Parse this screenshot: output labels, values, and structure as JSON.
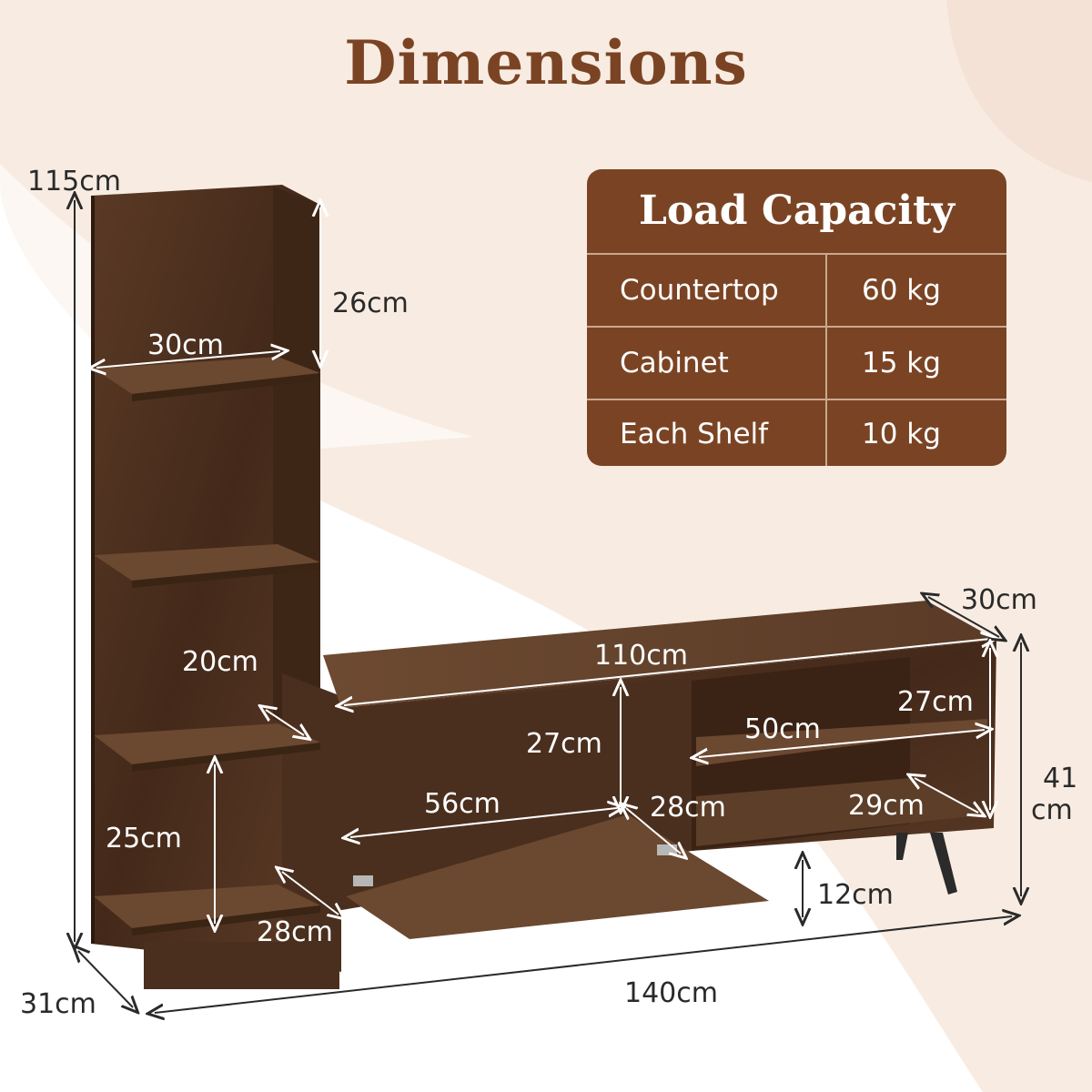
{
  "title": "Dimensions",
  "colors": {
    "accent": "#7a4424",
    "wood": "#4f3321",
    "background_blob": "#f8ece2"
  },
  "load_capacity": {
    "title": "Load Capacity",
    "rows": [
      {
        "label": "Countertop",
        "value": "60 kg"
      },
      {
        "label": "Cabinet",
        "value": "15 kg"
      },
      {
        "label": "Each Shelf",
        "value": "10 kg"
      }
    ]
  },
  "dimensions": {
    "bookcase_height": "115cm",
    "bookcase_depth": "31cm",
    "top_compartment_height": "26cm",
    "shelf_width": "30cm",
    "shelf_depth_20": "20cm",
    "bottom_compartment_height": "25cm",
    "bottom_shelf_depth": "28cm",
    "total_width": "140cm",
    "tv_stand_top_width": "110cm",
    "tv_stand_depth": "30cm",
    "cabinet_height": "27cm",
    "cabinet_width": "56cm",
    "cabinet_depth": "28cm",
    "open_shelf_height": "27cm",
    "open_shelf_width": "50cm",
    "open_shelf_depth": "29cm",
    "tv_stand_height_top": "41",
    "tv_stand_height_unit": "cm",
    "leg_height": "12cm"
  }
}
